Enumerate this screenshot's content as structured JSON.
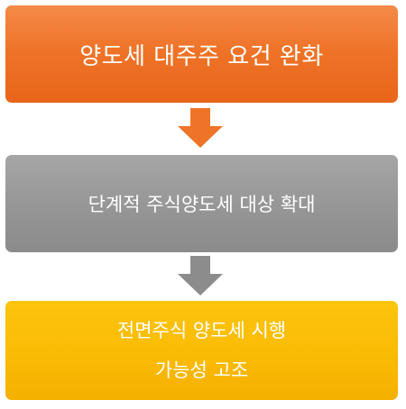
{
  "steps": [
    {
      "lines": [
        "양도세 대주주 요건 완화"
      ],
      "color": "#ef7428"
    },
    {
      "lines": [
        "단계적 주식양도세 대상 확대"
      ],
      "color": "#979797"
    },
    {
      "lines": [
        "전면주식 양도세 시행",
        "가능성 고조"
      ],
      "color": "#fbbc05"
    }
  ],
  "arrows": [
    {
      "color": "#ef7428"
    },
    {
      "color": "#8c8c8c"
    }
  ]
}
